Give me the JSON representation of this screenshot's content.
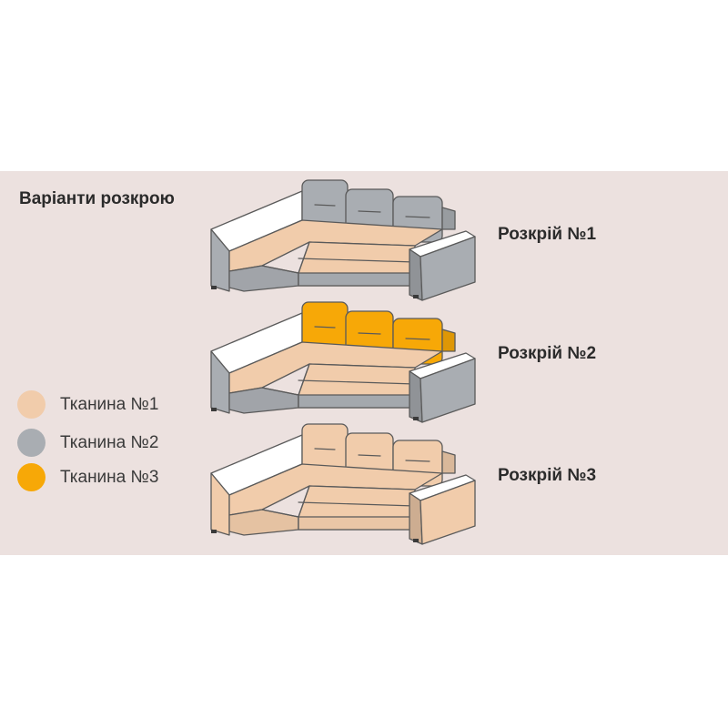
{
  "title": "Варіанти розкрою",
  "fabrics": [
    {
      "label": "Тканина №1",
      "color": "#f1ccab"
    },
    {
      "label": "Тканина №2",
      "color": "#a9adb2"
    },
    {
      "label": "Тканина №3",
      "color": "#f7a807"
    }
  ],
  "variants": [
    {
      "label": "Розкрій №1",
      "seat": "#f1ccab",
      "arm_face": "#a9adb2",
      "back": "#a9adb2",
      "base": "#a9adb2",
      "arm_top": "#ffffff"
    },
    {
      "label": "Розкрій №2",
      "seat": "#f1ccab",
      "arm_face": "#a9adb2",
      "back": "#f7a807",
      "base": "#a9adb2",
      "arm_top": "#ffffff"
    },
    {
      "label": "Розкрій №3",
      "seat": "#f1ccab",
      "arm_face": "#f1ccab",
      "back": "#f1ccab",
      "base": "#f1ccab",
      "arm_top": "#ffffff"
    }
  ]
}
